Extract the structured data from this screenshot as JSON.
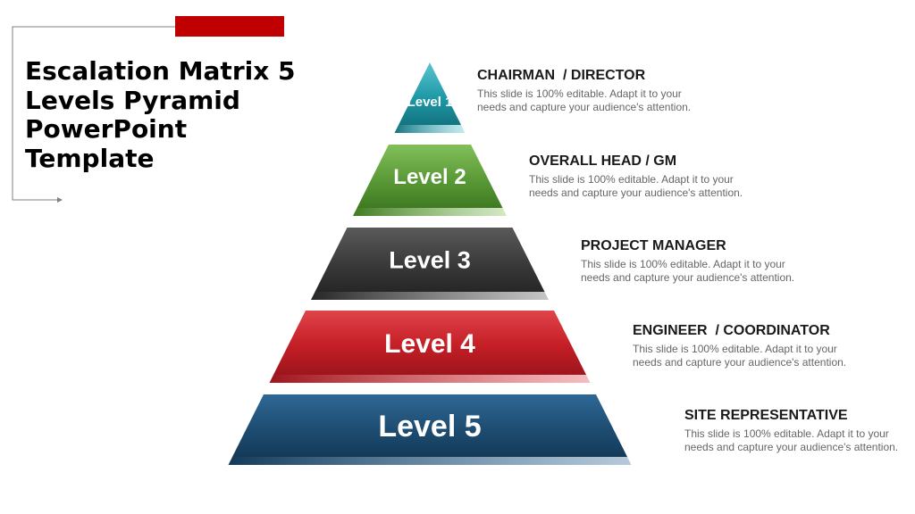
{
  "slide": {
    "title": "Escalation Matrix 5\nLevels Pyramid\nPowerPoint\nTemplate",
    "accent_color": "#c00000",
    "bracket_color": "#7f7f7f"
  },
  "levels": [
    {
      "label": "Level 1",
      "heading": "CHAIRMAN  / DIRECTOR",
      "body": "This slide is 100% editable. Adapt it to your needs and capture your audience's attention.",
      "color": "#1f9aa8",
      "color_light": "#5cc4cf",
      "color_dark": "#137480"
    },
    {
      "label": "Level 2",
      "heading": "OVERALL HEAD / GM",
      "body": "This slide is 100% editable. Adapt it to your needs and capture your audience's attention.",
      "color": "#5a9a37",
      "color_light": "#82bf5a",
      "color_dark": "#3f7a22"
    },
    {
      "label": "Level 3",
      "heading": "PROJECT MANAGER",
      "body": "This slide is 100% editable. Adapt it to your needs and capture your audience's attention.",
      "color": "#3b3b3b",
      "color_light": "#5a5a5a",
      "color_dark": "#262626"
    },
    {
      "label": "Level 4",
      "heading": "ENGINEER  / COORDINATOR",
      "body": "This slide is 100% editable. Adapt it to your needs and capture your audience's attention.",
      "color": "#c41e26",
      "color_light": "#e0444b",
      "color_dark": "#9e151c"
    },
    {
      "label": "Level 5",
      "heading": "SITE REPRESENTATIVE",
      "body": "This slide is 100% editable. Adapt it to your needs and capture your audience's attention.",
      "color": "#1e4d72",
      "color_light": "#2f6896",
      "color_dark": "#143a58"
    }
  ]
}
